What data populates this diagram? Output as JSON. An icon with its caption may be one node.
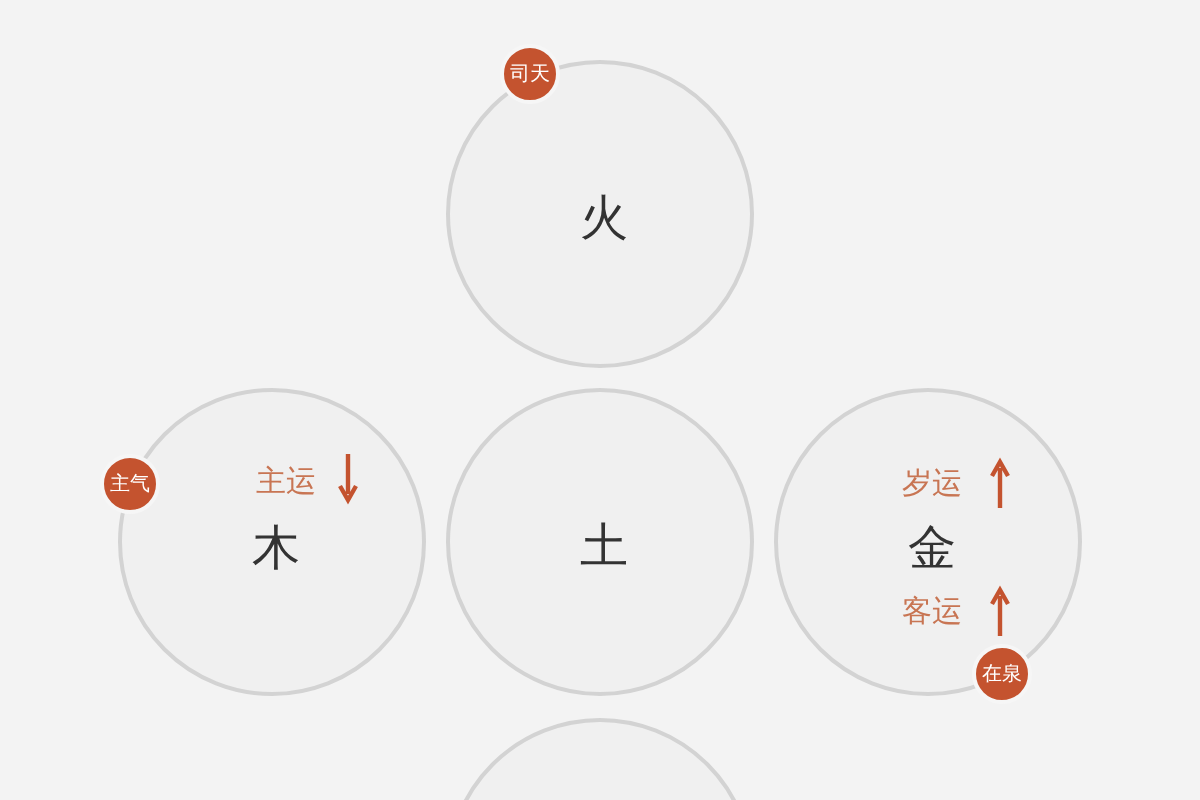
{
  "diagram": {
    "nodes": [
      {
        "text": [
          "火"
        ]
      },
      {
        "text": [
          "司天"
        ]
      },
      {
        "text": [
          "主运",
          "木"
        ]
      },
      {
        "text": [
          "主气"
        ]
      },
      {
        "text": [
          "土"
        ]
      },
      {
        "text": [
          "岁运",
          "金",
          "客运"
        ]
      },
      {
        "text": [
          "在泉"
        ]
      },
      {
        "text": [],
        "shape": "circle"
      }
    ]
  }
}
